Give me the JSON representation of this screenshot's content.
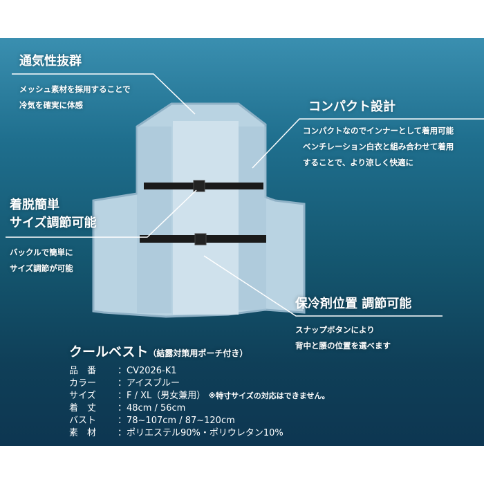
{
  "features": [
    {
      "title": "通気性抜群",
      "body": [
        "メッシュ素材を採用することで",
        "冷気を確実に体感"
      ]
    },
    {
      "title": "コンパクト設計",
      "body": [
        "コンパクトなのでインナーとして着用可能",
        "ベンチレーション白衣と組み合わせて着用",
        "することで、より涼しく快適に"
      ]
    },
    {
      "title": [
        "着脱簡単",
        "サイズ調節可能"
      ],
      "body": [
        "バックルで簡単に",
        "サイズ調節が可能"
      ]
    },
    {
      "title": "保冷剤位置 調節可能",
      "body": [
        "スナップボタンにより",
        "背中と腰の位置を選べます"
      ]
    }
  ],
  "product": {
    "name": "クールベスト",
    "subtitle": "（結露対策用ポーチ付き）",
    "specs": [
      {
        "key": "品　番",
        "value": "：CV2026-K1"
      },
      {
        "key": "カラー",
        "value": "：アイスブルー"
      },
      {
        "key": "サイズ",
        "value": "：F / XL（男女兼用）",
        "note": "※特寸サイズの対応はできません。"
      },
      {
        "key": "着　丈",
        "value": "：48cm / 56cm"
      },
      {
        "key": "バスト",
        "value": "：78~107cm / 87~120cm"
      },
      {
        "key": "素　材",
        "value": "：ポリエステル90%・ポリウレタン10%"
      }
    ]
  },
  "colors": {
    "vest": "#b9d3e2",
    "strap": "#1a1a1a",
    "background": "#14566f"
  }
}
